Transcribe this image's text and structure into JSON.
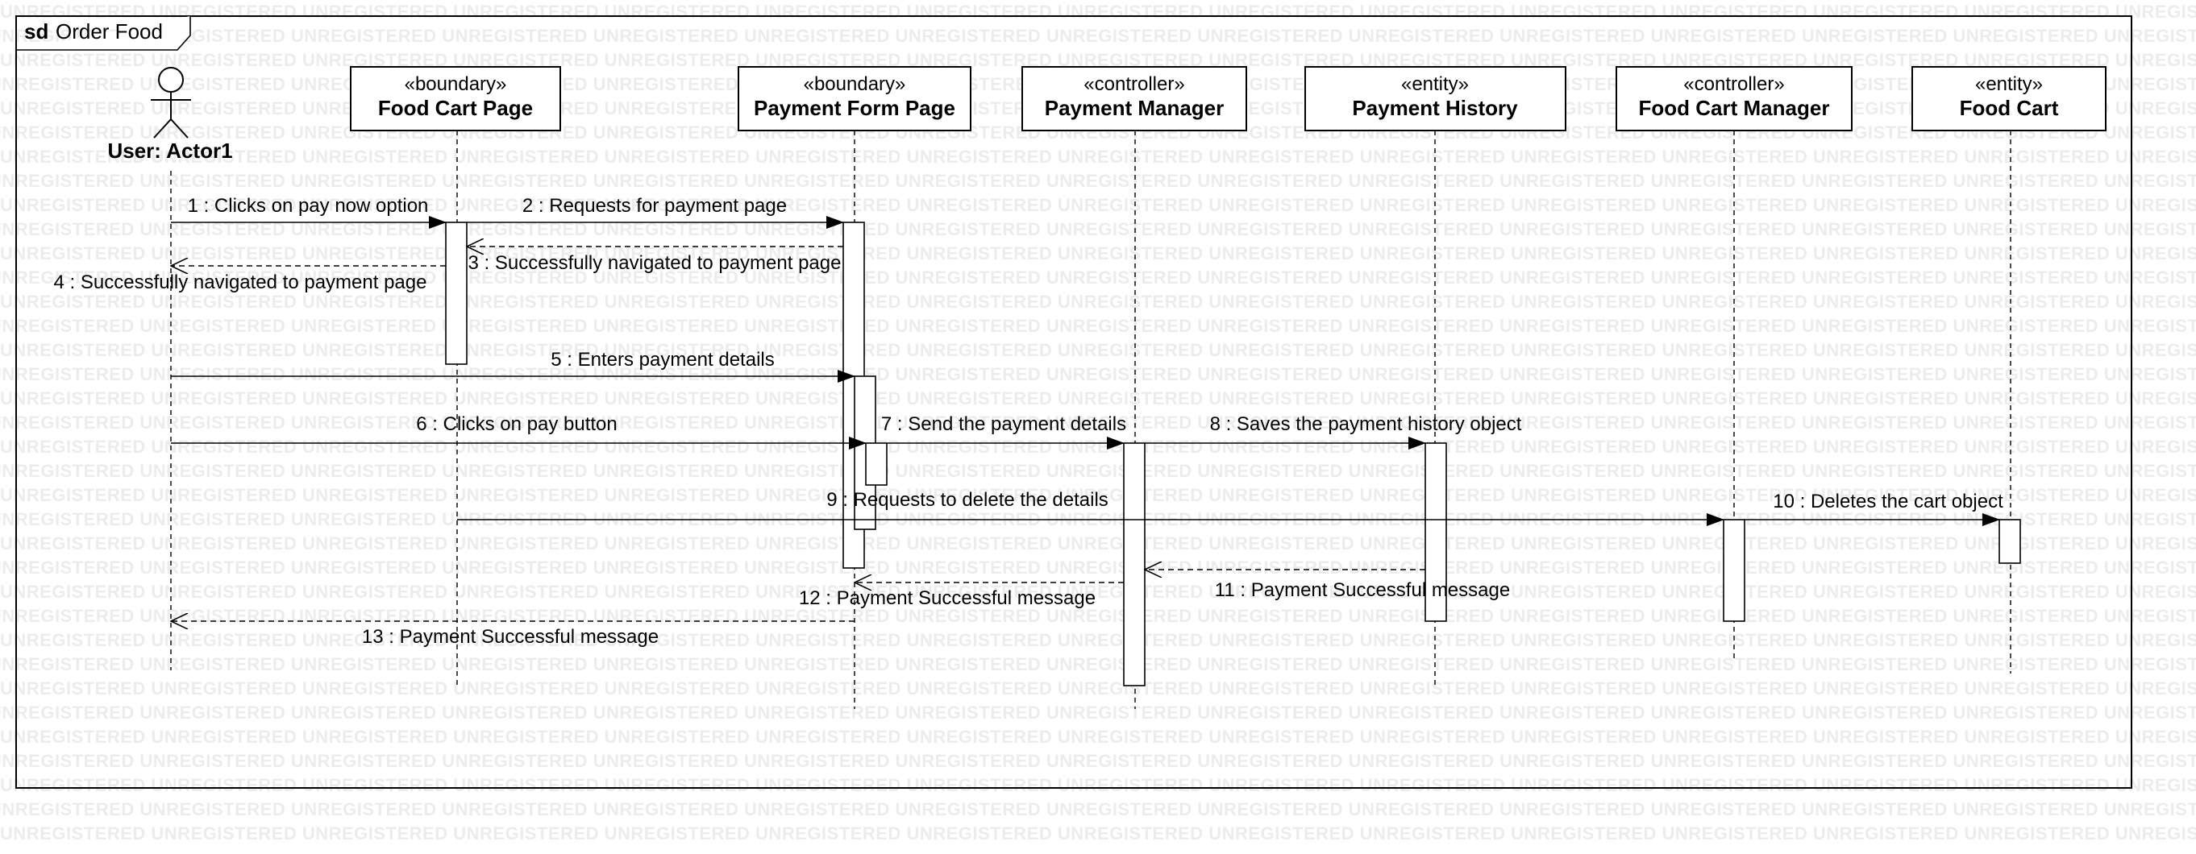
{
  "frame": {
    "keyword": "sd",
    "name": "Order Food"
  },
  "watermark": "UNREGISTERED",
  "actor": {
    "name": "User: Actor1"
  },
  "lifelines": [
    {
      "id": "fcp",
      "stereotype": "«boundary»",
      "name": "Food Cart Page"
    },
    {
      "id": "pfp",
      "stereotype": "«boundary»",
      "name": "Payment Form Page"
    },
    {
      "id": "pm",
      "stereotype": "«controller»",
      "name": "Payment Manager"
    },
    {
      "id": "ph",
      "stereotype": "«entity»",
      "name": "Payment History"
    },
    {
      "id": "fcm",
      "stereotype": "«controller»",
      "name": "Food Cart Manager"
    },
    {
      "id": "fc",
      "stereotype": "«entity»",
      "name": "Food Cart"
    }
  ],
  "messages": [
    {
      "label": "1 : Clicks on pay now option",
      "kind": "sync"
    },
    {
      "label": "2 : Requests for payment page",
      "kind": "sync"
    },
    {
      "label": "3 : Successfully navigated to payment page",
      "kind": "reply"
    },
    {
      "label": "4 : Successfully navigated to payment page",
      "kind": "reply"
    },
    {
      "label": "5 : Enters payment details",
      "kind": "sync"
    },
    {
      "label": "6 : Clicks on pay button",
      "kind": "sync"
    },
    {
      "label": "7 : Send the payment details",
      "kind": "sync"
    },
    {
      "label": "8 : Saves the payment history object",
      "kind": "sync"
    },
    {
      "label": "9 : Requests to delete the details",
      "kind": "sync"
    },
    {
      "label": "10 : Deletes the cart object",
      "kind": "sync"
    },
    {
      "label": "11 : Payment Successful message",
      "kind": "reply"
    },
    {
      "label": "12 : Payment Successful message",
      "kind": "reply"
    },
    {
      "label": "13 : Payment Successful message",
      "kind": "reply"
    }
  ],
  "colors": {
    "line": "#000000",
    "watermark": "#ececec",
    "background": "#ffffff"
  }
}
